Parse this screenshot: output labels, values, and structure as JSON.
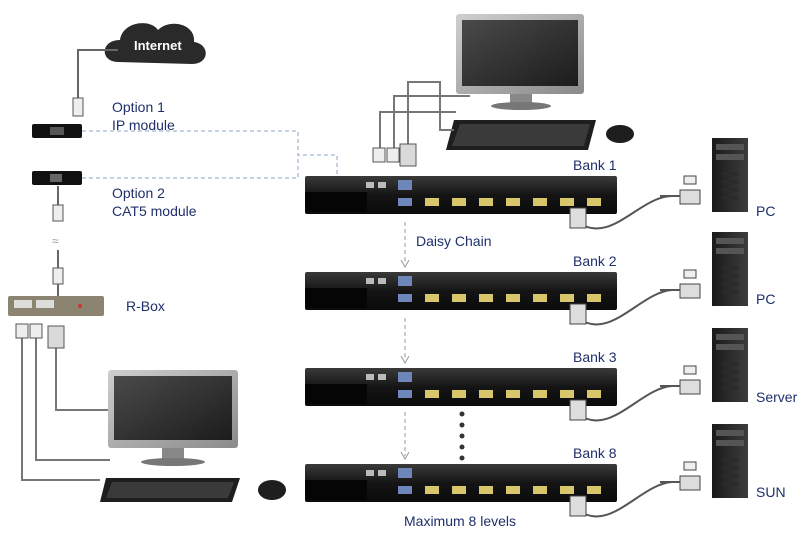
{
  "cloud_label": "Internet",
  "option1": {
    "line1": "Option 1",
    "line2": "IP module"
  },
  "option2": {
    "line1": "Option 2",
    "line2": "CAT5 module"
  },
  "rbox_label": "R-Box",
  "daisy_chain_label": "Daisy Chain",
  "maximum_label": "Maximum 8 levels",
  "banks": [
    {
      "label": "Bank 1",
      "device": "PC"
    },
    {
      "label": "Bank 2",
      "device": "PC"
    },
    {
      "label": "Bank 3",
      "device": "Server"
    },
    {
      "label": "Bank 8",
      "device": "SUN"
    }
  ],
  "colors": {
    "label_text": "#1f2f6b",
    "kvm_body": "#1a1a1a",
    "port_yellow": "#d9c56a",
    "port_blue": "#6f86b8",
    "cable": "#555555",
    "dashed": "#8fa3c8"
  }
}
